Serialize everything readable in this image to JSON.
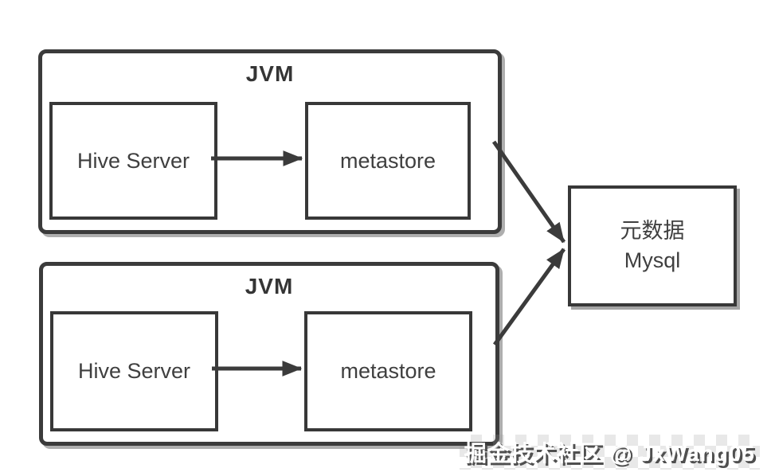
{
  "diagram": {
    "jvm_groups": [
      {
        "title": "JVM",
        "nodes": [
          {
            "label": "Hive Server"
          },
          {
            "label": "metastore"
          }
        ]
      },
      {
        "title": "JVM",
        "nodes": [
          {
            "label": "Hive Server"
          },
          {
            "label": "metastore"
          }
        ]
      }
    ],
    "database": {
      "line1": "元数据",
      "line2": "Mysql"
    },
    "edges": [
      {
        "from": "jvm-1.hive-server",
        "to": "jvm-1.metastore"
      },
      {
        "from": "jvm-2.hive-server",
        "to": "jvm-2.metastore"
      },
      {
        "from": "jvm-1",
        "to": "metadata-mysql"
      },
      {
        "from": "jvm-2",
        "to": "metadata-mysql"
      }
    ],
    "colors": {
      "border": "#3b3b3b",
      "text": "#3f3f3f",
      "box_background": "#ffffff",
      "page_background": "#ffffff",
      "watermark_fill": "#ffffff",
      "watermark_shadow": "#4f4f4f"
    }
  },
  "watermark": {
    "text": "掘金技术社区 @ JxWang05"
  }
}
